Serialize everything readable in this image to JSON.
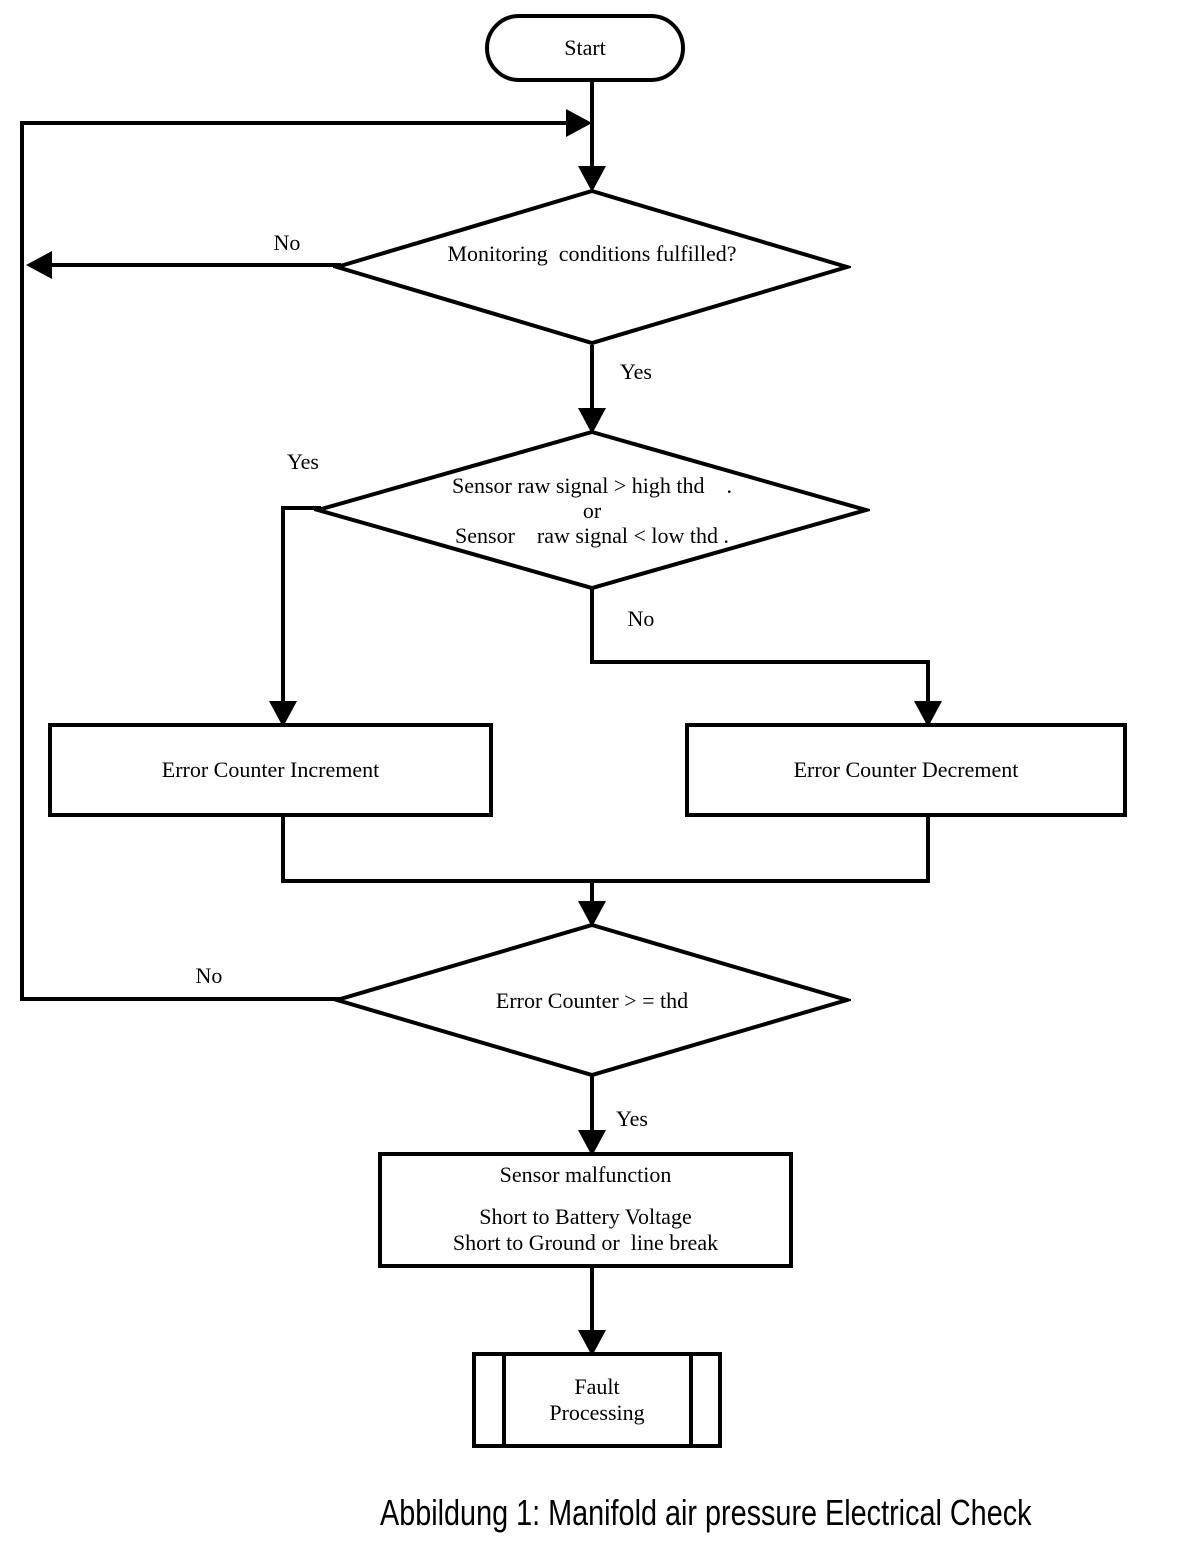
{
  "diagram": {
    "nodes": {
      "start": {
        "label": "Start"
      },
      "decision_monitoring": {
        "label": "Monitoring  conditions fulfilled?"
      },
      "decision_signal": {
        "line1": "Sensor raw signal > high thd    .",
        "line2": "or",
        "line3": "Sensor    raw signal < low thd ."
      },
      "error_counter_increment": {
        "label": "Error Counter Increment"
      },
      "error_counter_decrement": {
        "label": "Error Counter Decrement"
      },
      "decision_error_counter": {
        "label": "Error Counter > = thd"
      },
      "sensor_malfunction": {
        "line1": "Sensor malfunction",
        "line2": "Short to Battery Voltage",
        "line3": "Short to Ground or  line break"
      },
      "fault_processing": {
        "line1": "Fault",
        "line2": "Processing"
      }
    },
    "edge_labels": {
      "monitoring_no": "No",
      "monitoring_yes": "Yes",
      "signal_yes": "Yes",
      "signal_no": "No",
      "counter_no": "No",
      "counter_yes": "Yes"
    },
    "caption": "Abbildung 1: Manifold air pressure Electrical Check",
    "colors": {
      "stroke": "#000000",
      "background": "#ffffff"
    }
  }
}
